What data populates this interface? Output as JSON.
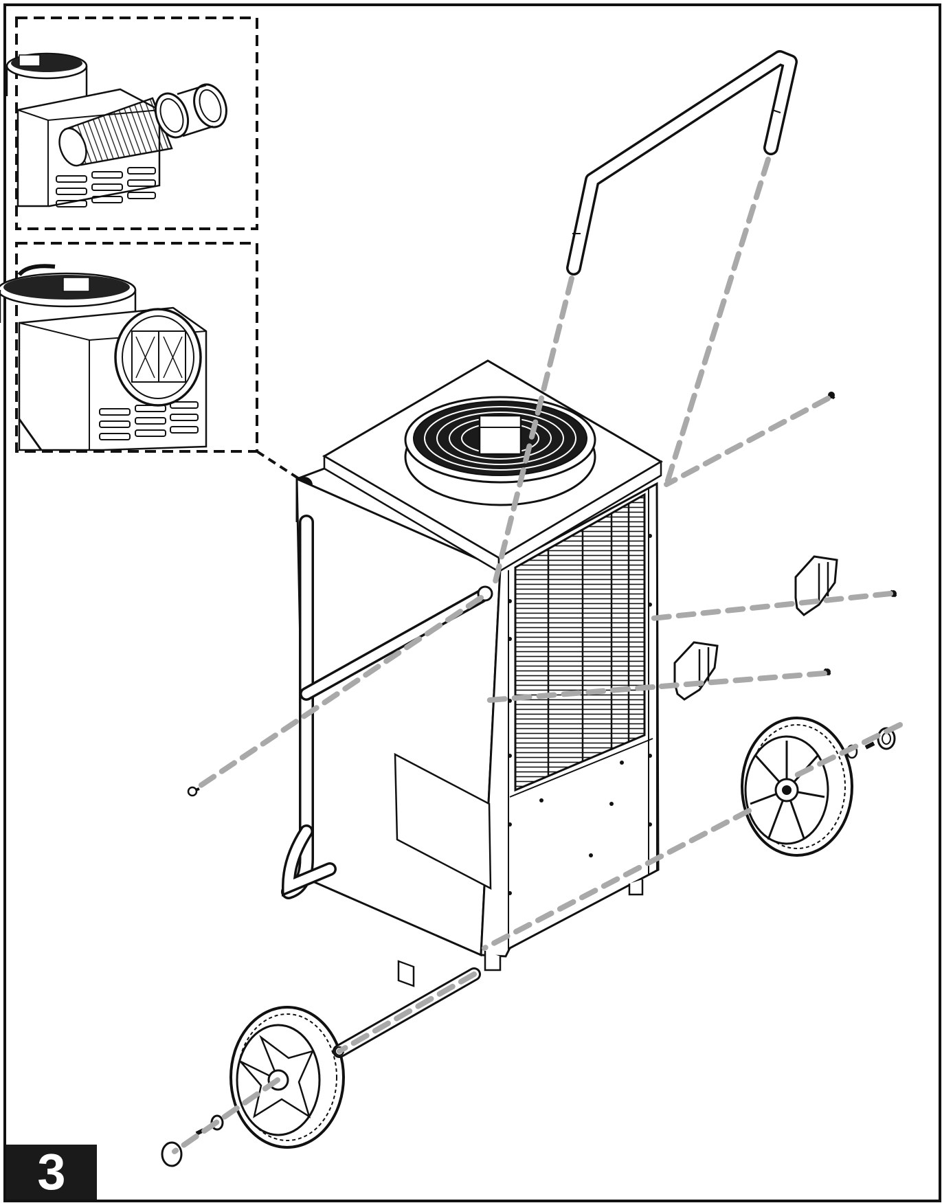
{
  "step_number": "3",
  "colors": {
    "line": "#111111",
    "dash_guide": "#a9a9a9",
    "badge_bg": "#1a1a1a",
    "badge_text": "#ffffff",
    "background": "#ffffff"
  },
  "insets": [
    {
      "name": "duct-hose-option",
      "icon": "flex-duct-hose"
    },
    {
      "name": "duct-collar-option",
      "icon": "duct-collar-adapter"
    }
  ],
  "parts": [
    "handle",
    "dehumidifier-unit",
    "cord-hook",
    "wheel",
    "axle",
    "screw",
    "washer",
    "hubcap"
  ]
}
